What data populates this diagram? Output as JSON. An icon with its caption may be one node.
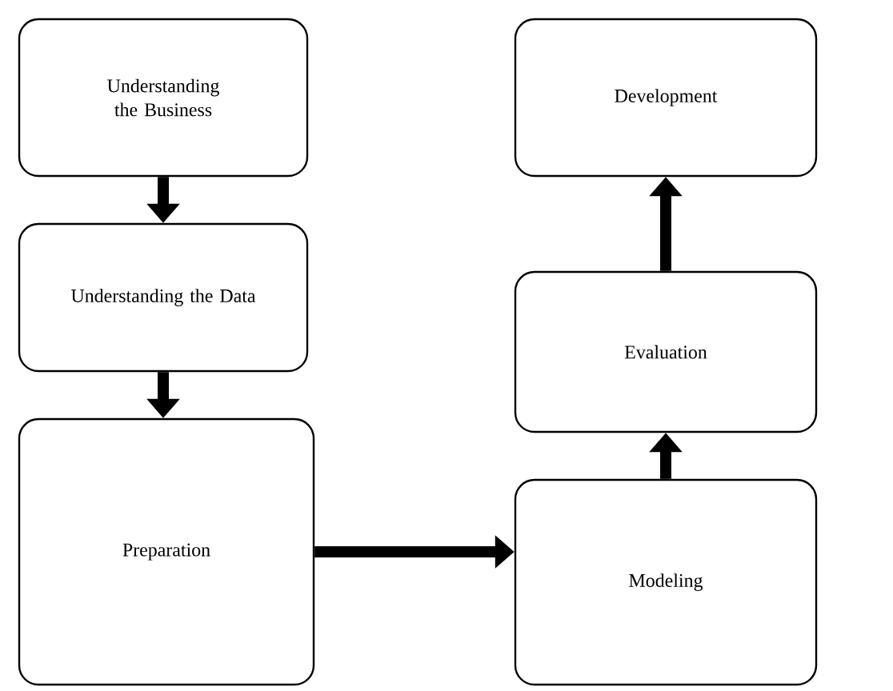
{
  "diagram": {
    "nodes": [
      {
        "text": [
          "Understanding the Business"
        ]
      },
      {
        "text": [
          "Understanding the Data"
        ]
      },
      {
        "text": [
          "Preparation"
        ]
      },
      {
        "text": [
          "Modeling"
        ]
      },
      {
        "text": [
          "Evaluation"
        ]
      },
      {
        "text": [
          "Development"
        ]
      }
    ],
    "edges": [
      {
        "from": 0,
        "to": 1,
        "arrow": "to"
      },
      {
        "from": 1,
        "to": 2,
        "arrow": "to"
      },
      {
        "from": 2,
        "to": 3,
        "arrow": "to"
      },
      {
        "from": 3,
        "to": 4,
        "arrow": "to"
      },
      {
        "from": 4,
        "to": 5,
        "arrow": "to"
      }
    ]
  }
}
